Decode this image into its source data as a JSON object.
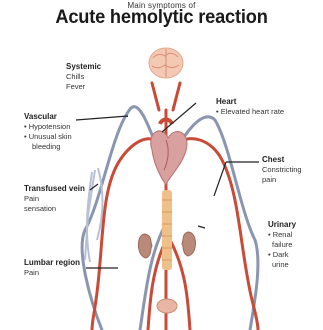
{
  "top_caption": "Main symptoms of",
  "title": "Acute hemolytic reaction",
  "labels": {
    "systemic": {
      "heading": "Systemic",
      "lines": [
        "Chills",
        "Fever"
      ]
    },
    "heart": {
      "heading": "Heart",
      "lines": [
        "• Elevated heart rate"
      ]
    },
    "vascular": {
      "heading": "Vascular",
      "lines": [
        "• Hypotension",
        "• Unusual skin",
        "bleeding"
      ]
    },
    "chest": {
      "heading": "Chest",
      "lines": [
        "Constricting",
        "pain"
      ]
    },
    "transfused_vein": {
      "heading": "Transfused vein",
      "lines": [
        "Pain",
        "sensation"
      ]
    },
    "urinary": {
      "heading": "Urinary",
      "lines": [
        "• Renal",
        "failure",
        "• Dark",
        "urine"
      ]
    },
    "lumbar": {
      "heading": "Lumbar region",
      "lines": [
        "Pain"
      ]
    }
  },
  "colors": {
    "artery": "#c94a36",
    "vein": "#8a95b0",
    "heart": "#d9a0a0",
    "kidney": "#b98a7a",
    "spine": "#f0c08a",
    "brain": "#f4c9b4"
  }
}
